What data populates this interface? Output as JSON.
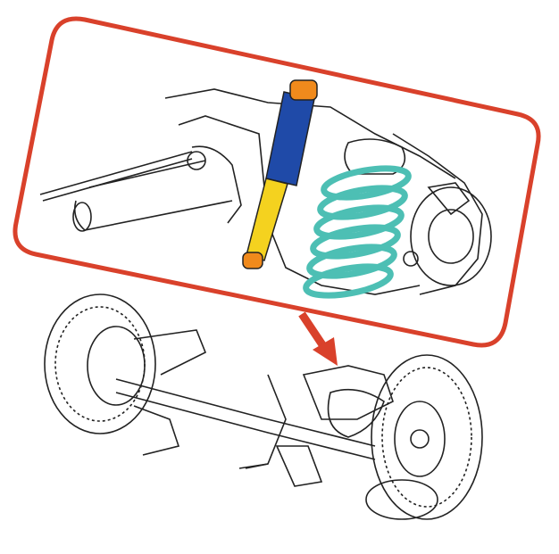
{
  "colors": {
    "callout": "#d9412b",
    "shock_upper": "#1f4aa8",
    "shock_lower": "#f4d21f",
    "bushing": "#f08a1c",
    "spring": "#4dbfb4",
    "line": "#222222"
  },
  "icons": [
    "callout-frame",
    "arrow-down-icon",
    "shock-absorber",
    "coil-spring",
    "wheel"
  ]
}
